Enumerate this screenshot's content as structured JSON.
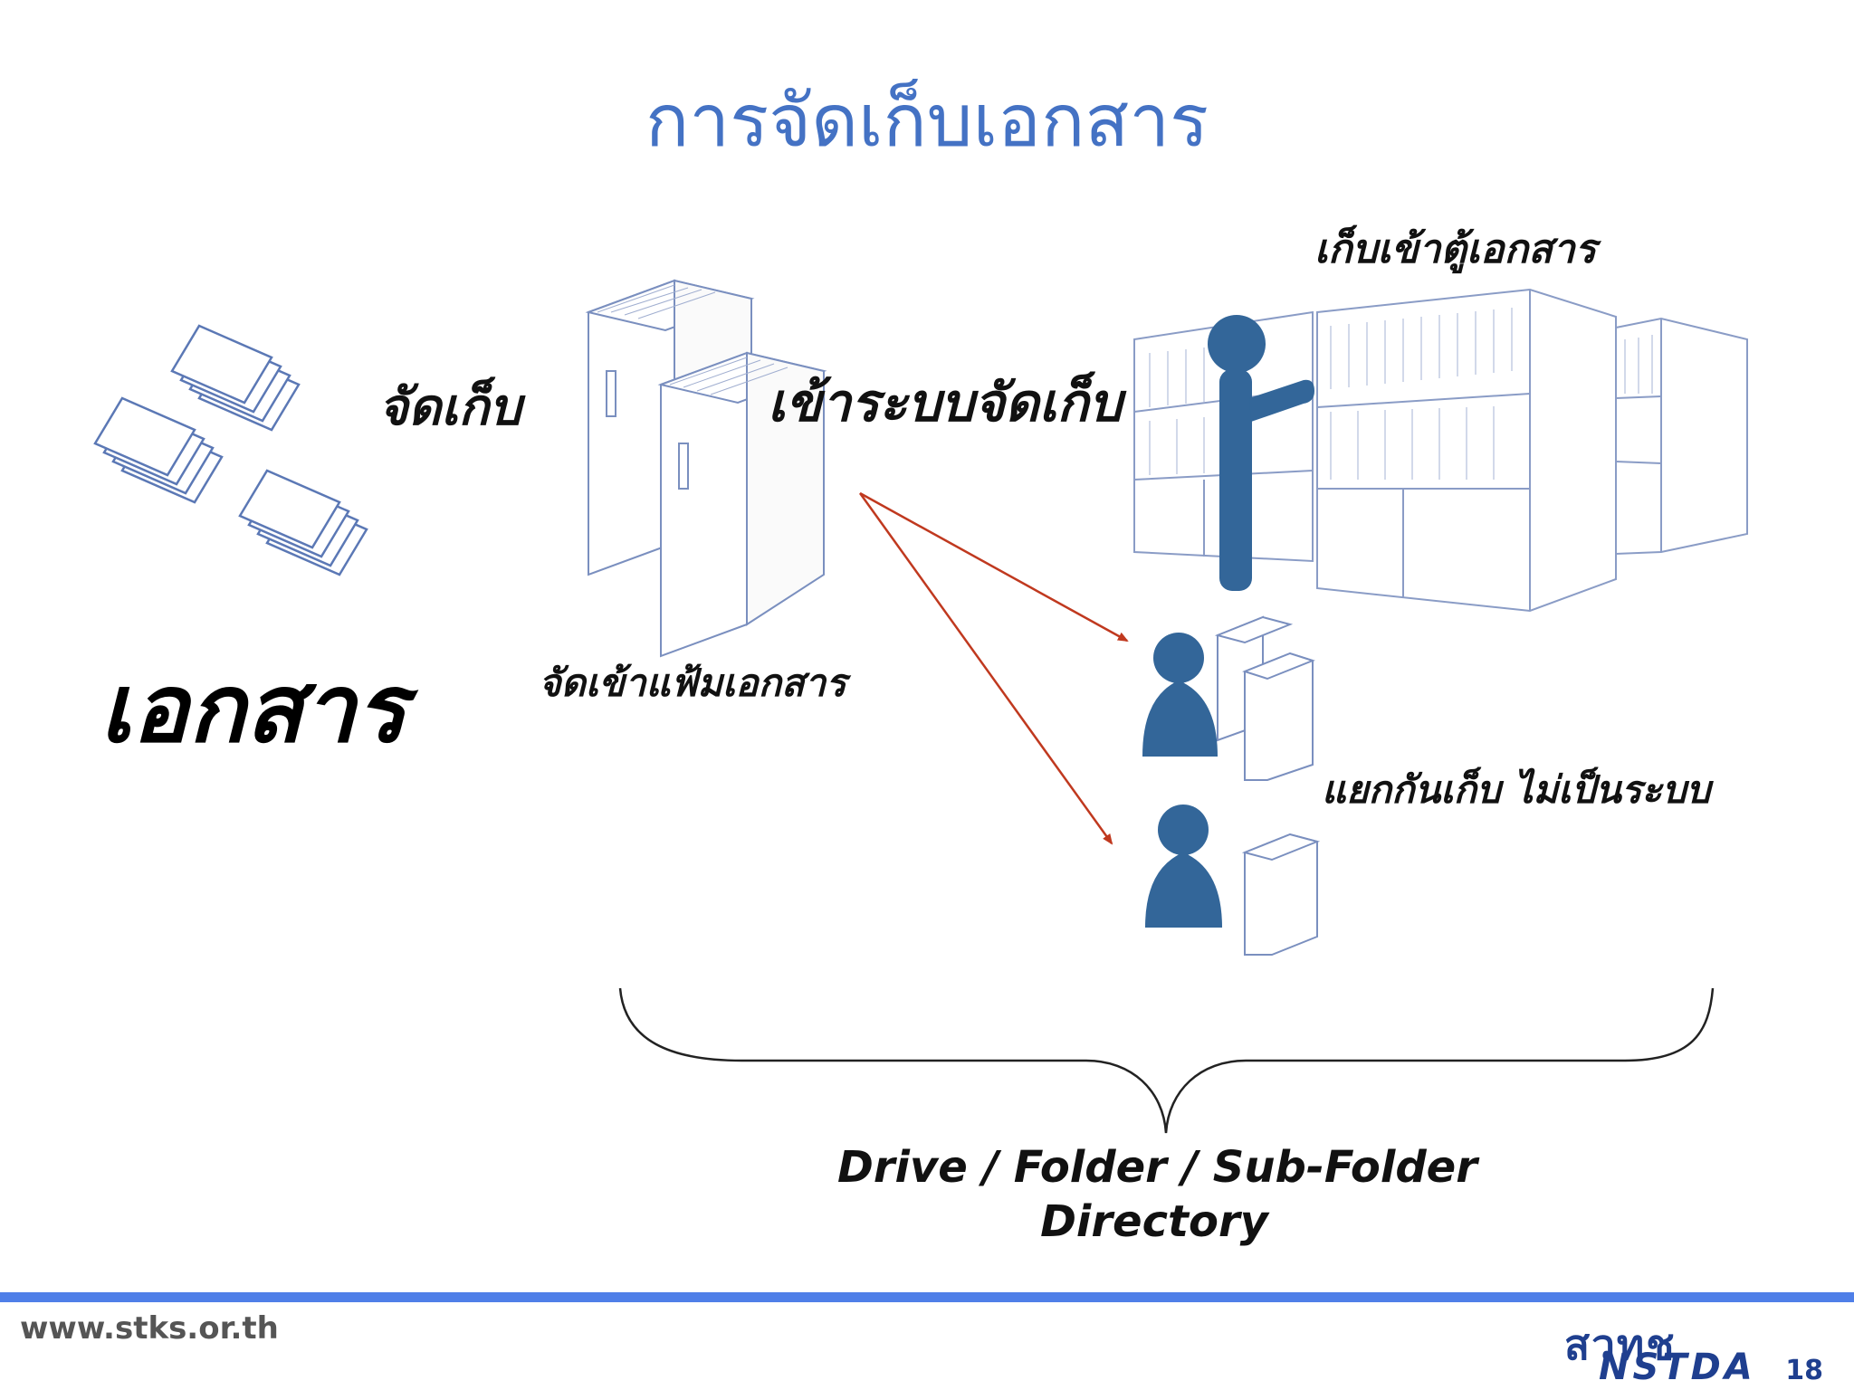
{
  "title": "การจัดเก็บเอกสาร",
  "labels": {
    "documents": "เอกสาร",
    "store": "จัดเก็บ",
    "into_system": "เข้าระบบจัดเก็บ",
    "into_folder": "จัดเข้าแฟ้มเอกสาร",
    "into_cabinet": "เก็บเข้าตู้เอกสาร",
    "separate": "แยกกันเก็บ ไม่เป็นระบบ",
    "path_line1": "Drive / Folder / Sub-Folder",
    "path_line2": "Directory"
  },
  "footer": {
    "url": "www.stks.or.th",
    "logo_thai": "สวทช",
    "logo_en": "NSTDA",
    "page_number": "18"
  },
  "colors": {
    "title": "#4472c4",
    "person": "#336699",
    "arrow": "#c0391f",
    "outline": "#6f86b8",
    "footer_bar": "#4f7fe8"
  }
}
